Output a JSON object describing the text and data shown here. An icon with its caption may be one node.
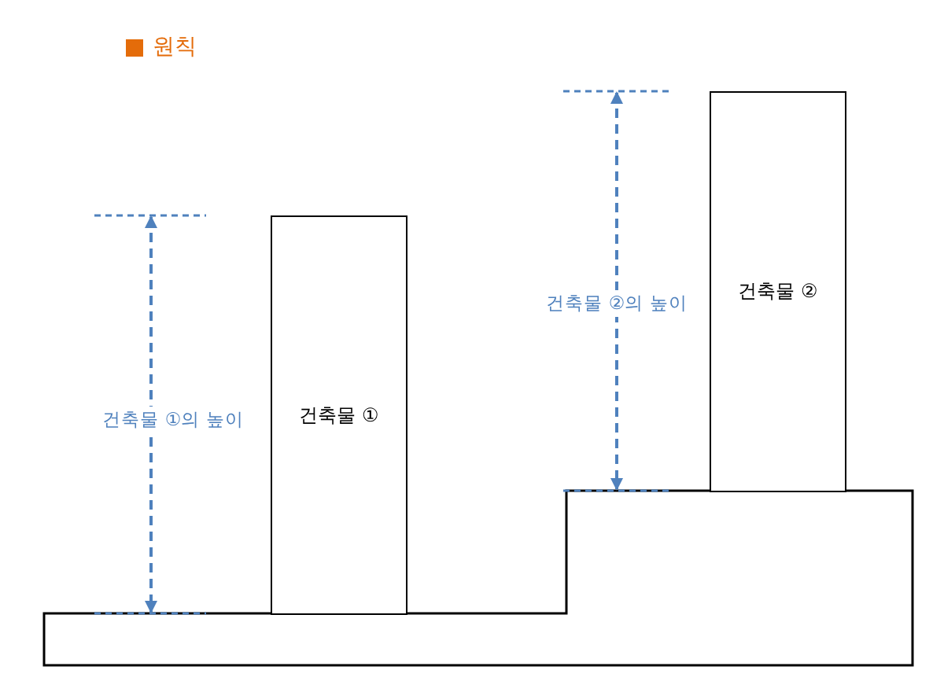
{
  "diagram": {
    "title": "원칙",
    "nodes": [
      {
        "text": [
          "건축물 ①"
        ]
      },
      {
        "text": [
          "건축물 ②"
        ]
      }
    ],
    "labels": [
      "건축물 ①의 높이",
      "건축물 ②의 높이"
    ]
  }
}
